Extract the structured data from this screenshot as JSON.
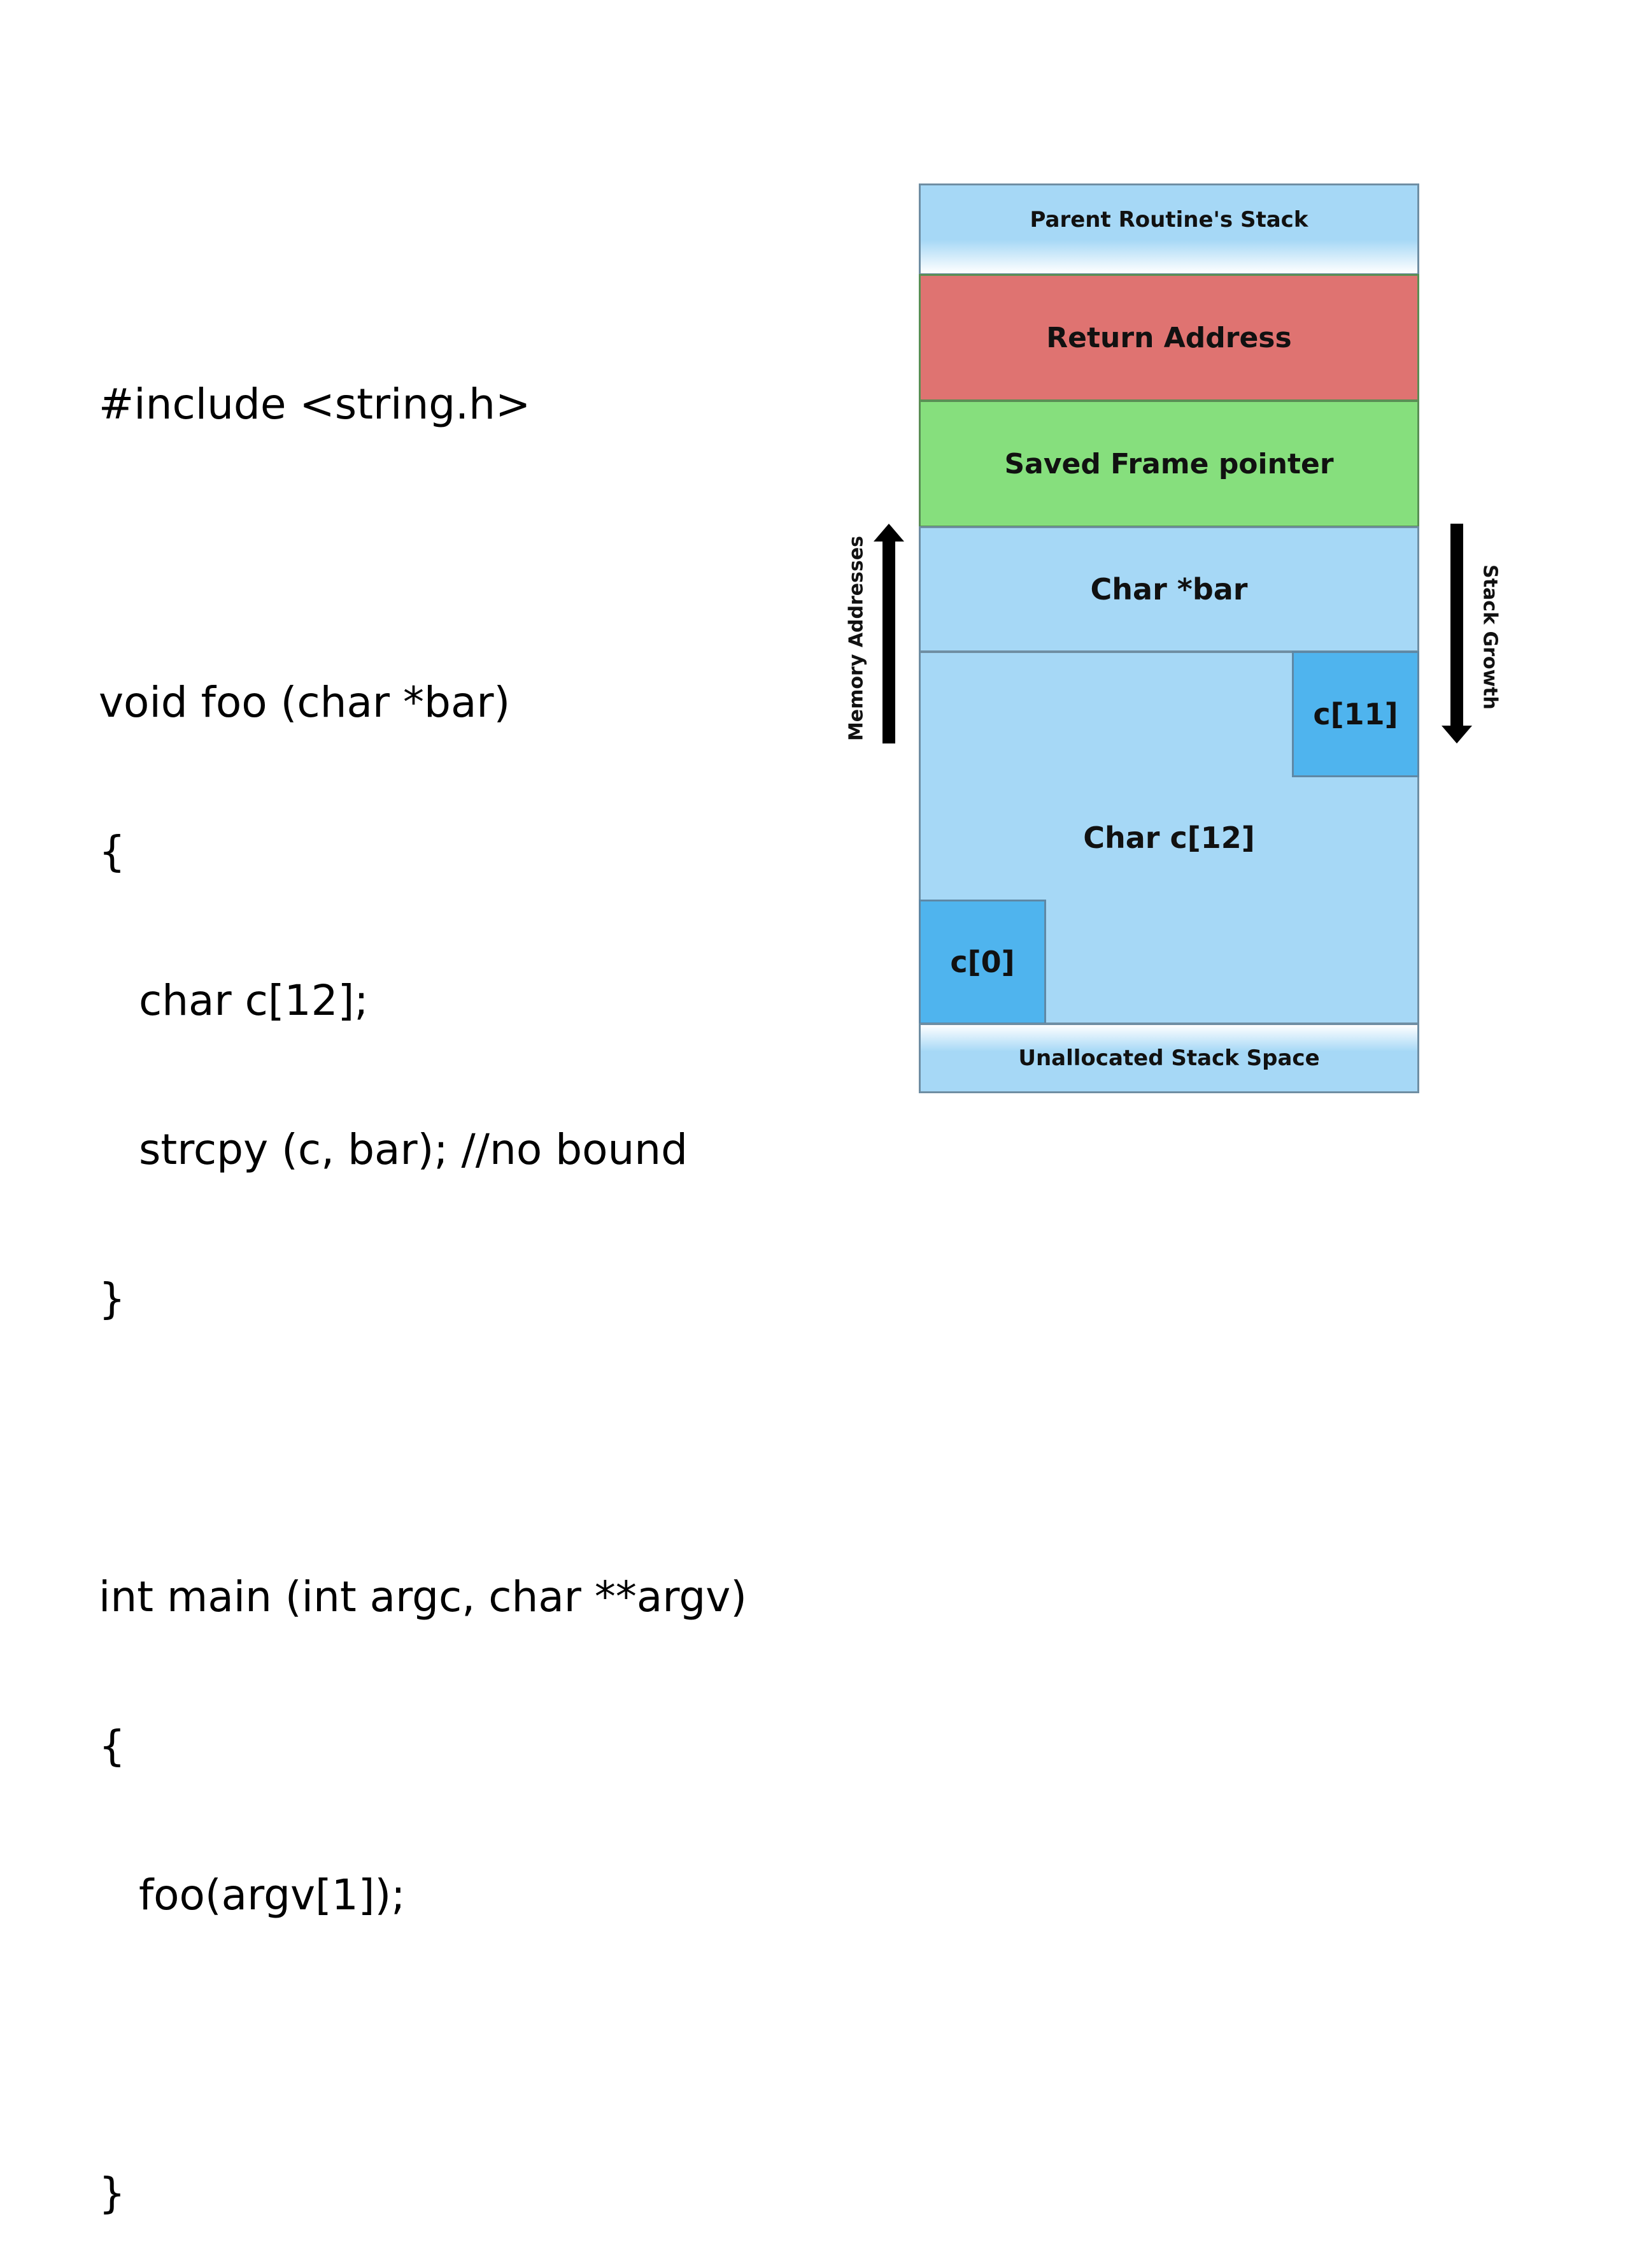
{
  "code": {
    "lines": [
      "#include <string.h>",
      "",
      "void foo (char *bar)",
      "{",
      "   char c[12];",
      "   strcpy (c, bar); //no bound",
      "}",
      "",
      "int main (int argc, char **argv)",
      "{",
      "   foo(argv[1]);",
      "",
      "}"
    ]
  },
  "stack_diagram": {
    "parent_stack": "Parent Routine's Stack",
    "return_address": "Return Address",
    "saved_frame_pointer": "Saved Frame pointer",
    "char_bar": "Char *bar",
    "char_array": "Char c[12]",
    "cell_last": "c[11]",
    "cell_first": "c[0]",
    "unallocated": "Unallocated Stack Space",
    "memory_addresses_label": "Memory Addresses",
    "stack_growth_label": "Stack Growth"
  },
  "colors": {
    "stack_blue": "#a6d8f6",
    "cell_blue": "#4fb4ee",
    "return_red": "#df7371",
    "frame_green": "#86df7d",
    "arrow_black": "#000000"
  }
}
